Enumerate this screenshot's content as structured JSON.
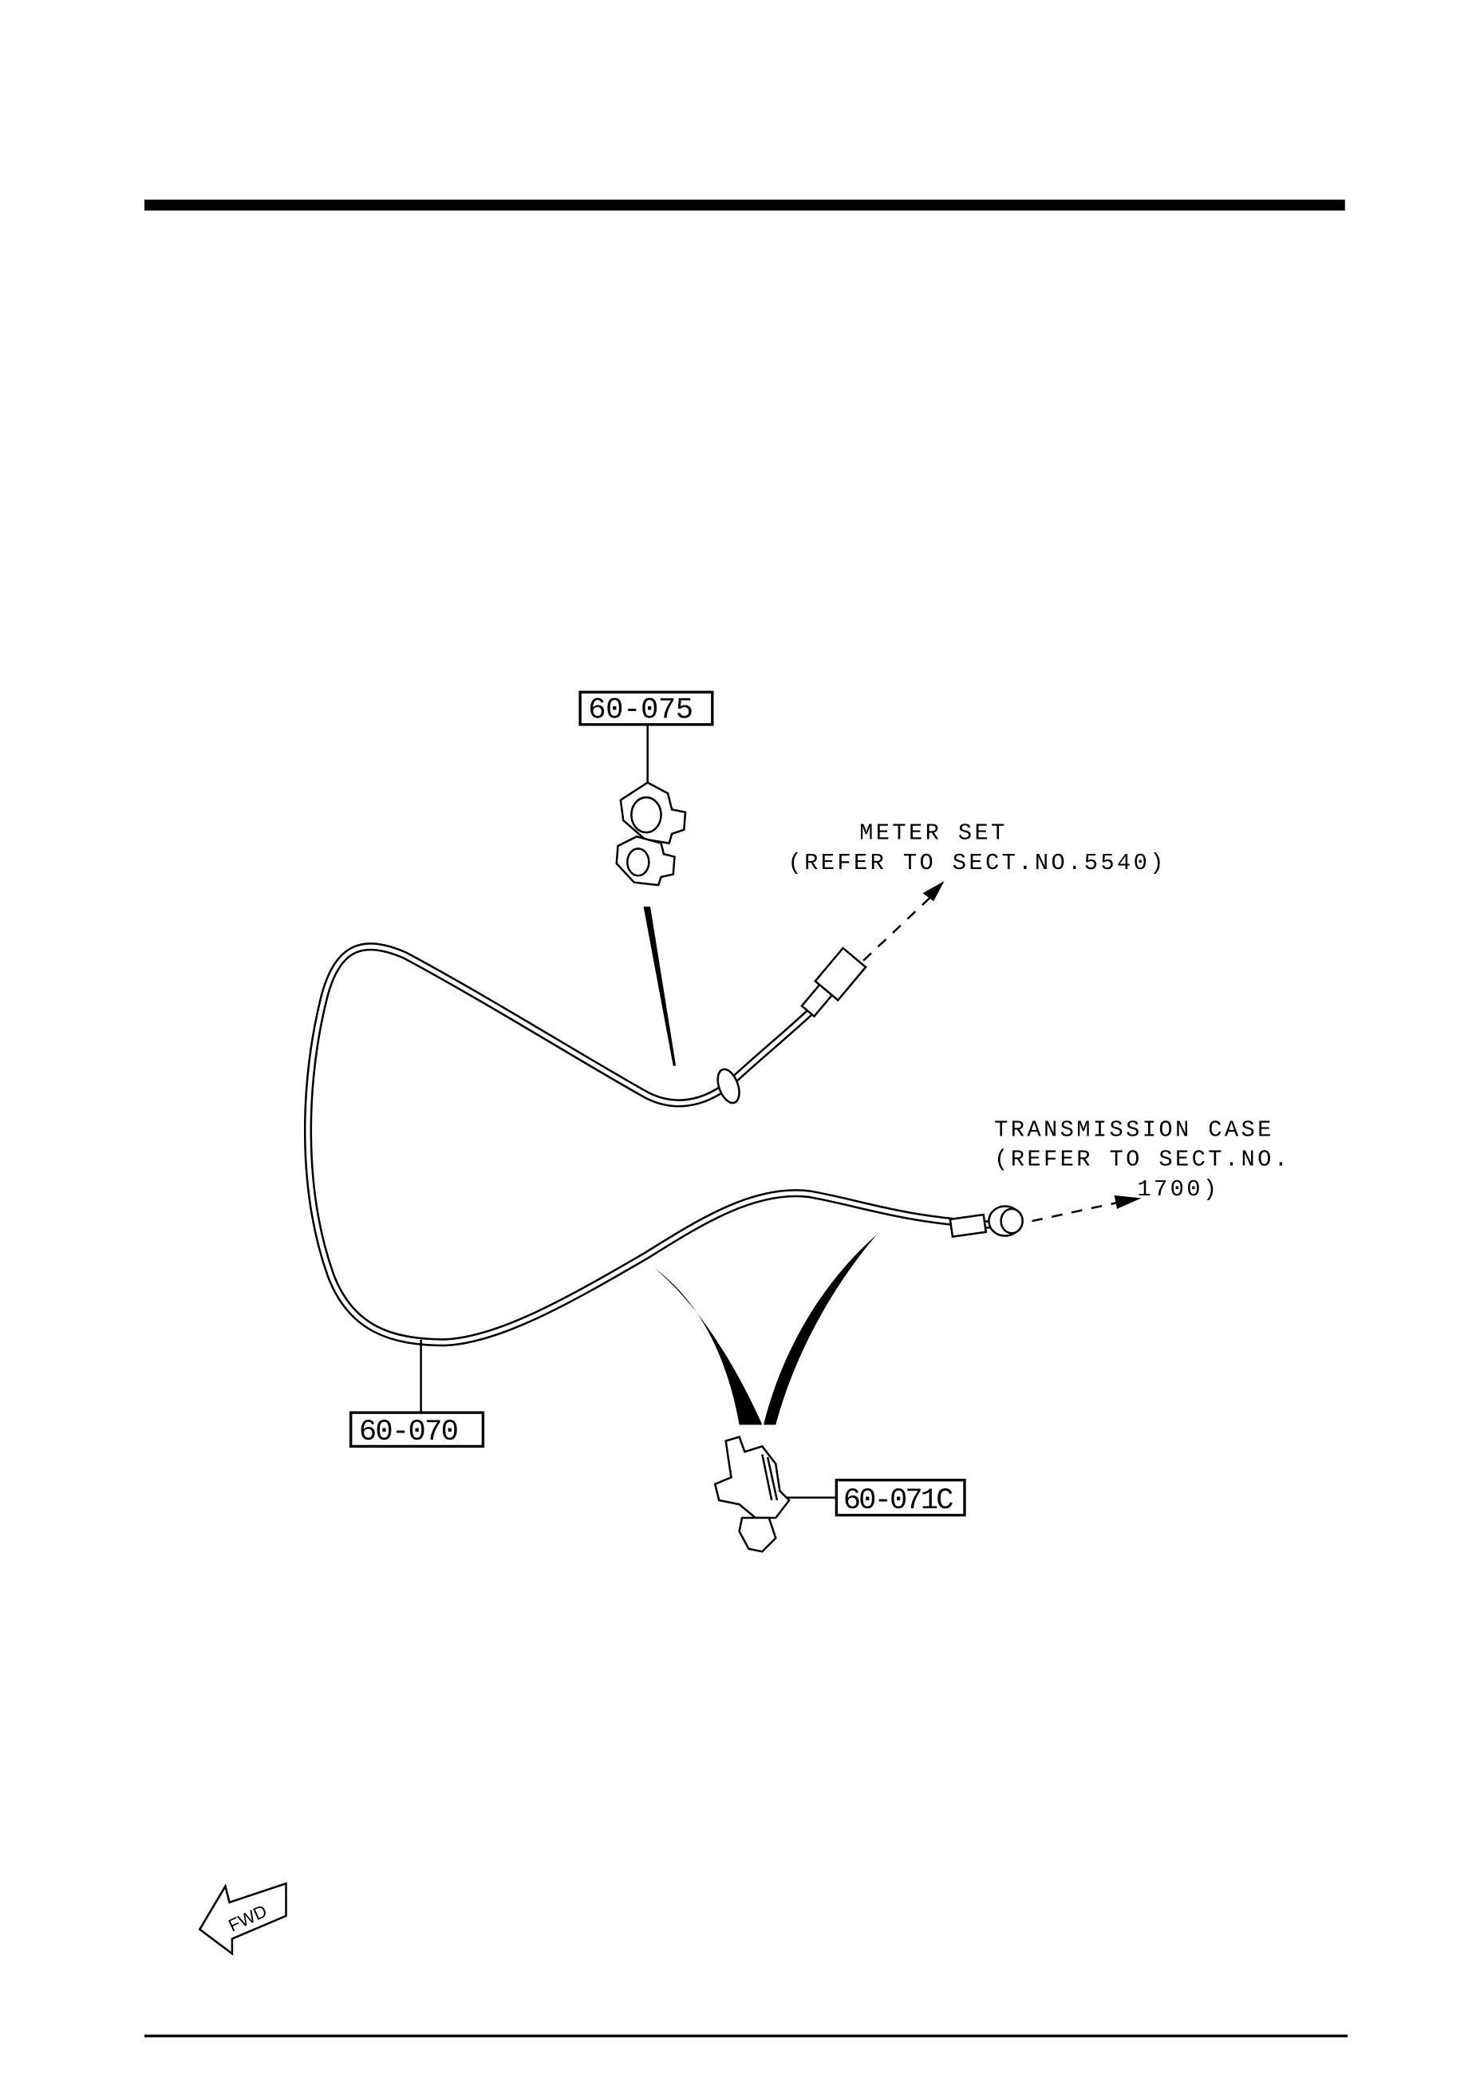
{
  "parts": {
    "clamp": {
      "part_no": "60-075"
    },
    "cable": {
      "part_no": "60-070"
    },
    "clip": {
      "part_no": "60-071C"
    }
  },
  "notes": {
    "meter_set": {
      "line1": "METER SET",
      "line2": "(REFER TO SECT.NO.5540)"
    },
    "transmission": {
      "line1": "TRANSMISSION CASE",
      "line2": "(REFER TO SECT.NO.",
      "line3": "1700)"
    }
  },
  "fwd_arrow": {
    "label": "FWD"
  },
  "colors": {
    "ink": "#000000",
    "paper": "#ffffff"
  }
}
